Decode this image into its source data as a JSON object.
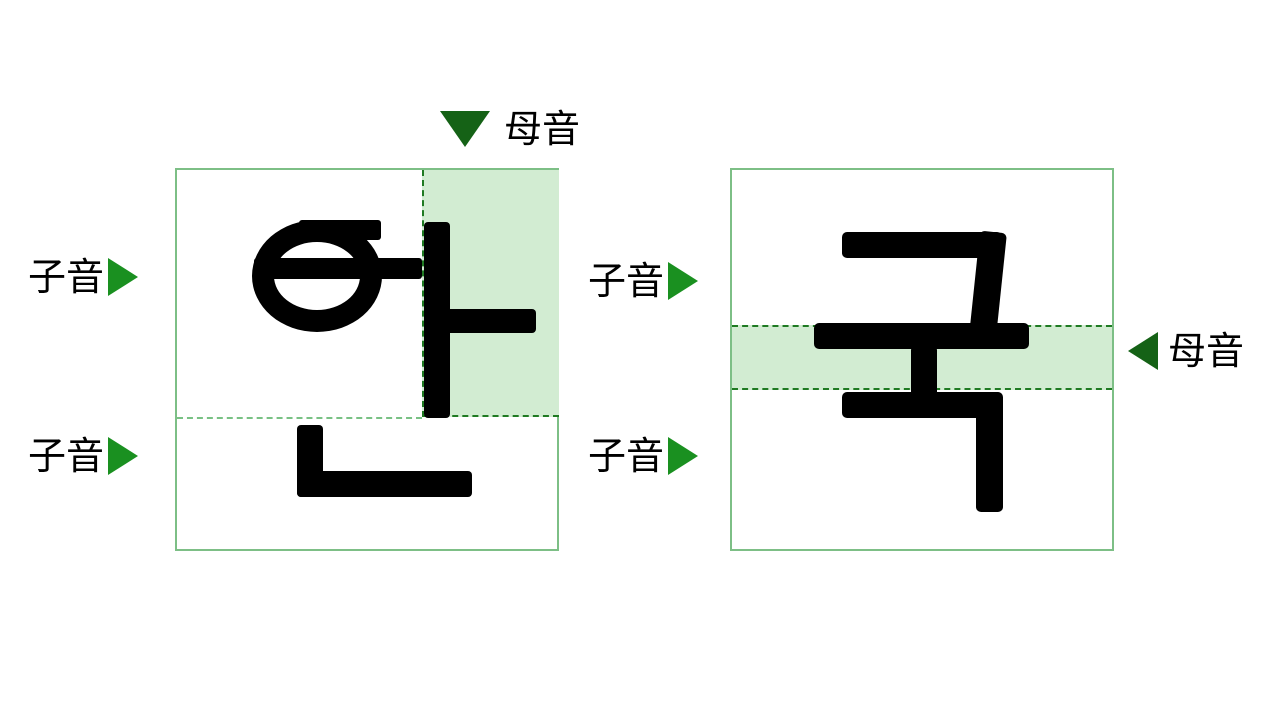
{
  "diagram": {
    "title_text": "",
    "colors": {
      "box_border": "#7dbf86",
      "zone_fill": "#d2ecd2",
      "dash_strong": "#1f7a22",
      "dash_soft": "#79c184",
      "arrow_bright_green": "#1a9020",
      "arrow_dark_green": "#156216",
      "stroke_black": "#000000",
      "background": "#ffffff"
    }
  },
  "labels": {
    "consonant": "子音",
    "vowel": "母音"
  },
  "icons": {
    "triangle_right": "triangle-right-icon",
    "triangle_left": "triangle-left-icon",
    "triangle_down": "triangle-down-icon"
  },
  "panels": [
    {
      "id": "han",
      "syllable": "한",
      "vowel_zone_orientation": "vertical-right",
      "annotations": [
        {
          "position": "top",
          "text": "母音",
          "marker": "triangle-down"
        },
        {
          "position": "left-upper",
          "text": "子音",
          "marker": "triangle-right"
        },
        {
          "position": "left-lower",
          "text": "子音",
          "marker": "triangle-right"
        }
      ],
      "jamo": [
        {
          "name": "hieut",
          "glyph": "ㅎ",
          "role": "initial-consonant"
        },
        {
          "name": "a",
          "glyph": "ㅏ",
          "role": "vowel"
        },
        {
          "name": "nieun",
          "glyph": "ㄴ",
          "role": "final-consonant"
        }
      ]
    },
    {
      "id": "guk",
      "syllable": "국",
      "vowel_zone_orientation": "horizontal-middle",
      "annotations": [
        {
          "position": "left-upper",
          "text": "子音",
          "marker": "triangle-right"
        },
        {
          "position": "left-lower",
          "text": "子音",
          "marker": "triangle-right"
        },
        {
          "position": "right-middle",
          "text": "母音",
          "marker": "triangle-left"
        }
      ],
      "jamo": [
        {
          "name": "giyeok-initial",
          "glyph": "ㄱ",
          "role": "initial-consonant"
        },
        {
          "name": "u",
          "glyph": "ㅜ",
          "role": "vowel"
        },
        {
          "name": "giyeok-final",
          "glyph": "ㄱ",
          "role": "final-consonant"
        }
      ]
    }
  ]
}
